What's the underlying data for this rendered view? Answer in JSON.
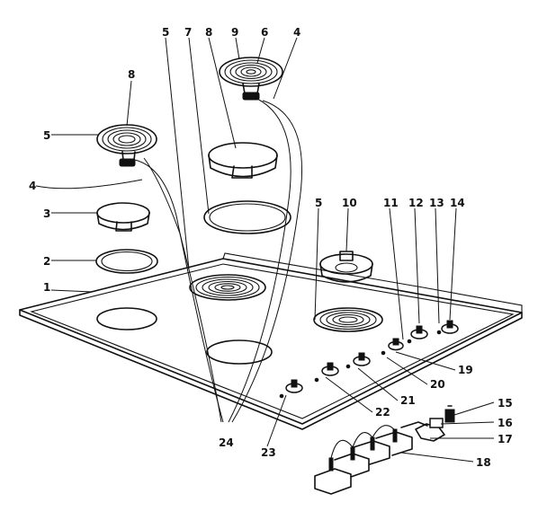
{
  "callouts": {
    "c1": "1",
    "c2": "2",
    "c3": "3",
    "c4a": "4",
    "c4b": "4",
    "c5a": "5",
    "c5b": "5",
    "c5c": "5",
    "c6": "6",
    "c7": "7",
    "c8a": "8",
    "c8b": "8",
    "c9": "9",
    "c10": "10",
    "c11": "11",
    "c12": "12",
    "c13": "13",
    "c14": "14",
    "c15": "15",
    "c16": "16",
    "c17": "17",
    "c18": "18",
    "c19": "19",
    "c20": "20",
    "c21": "21",
    "c22": "22",
    "c23": "23",
    "c24": "24"
  }
}
